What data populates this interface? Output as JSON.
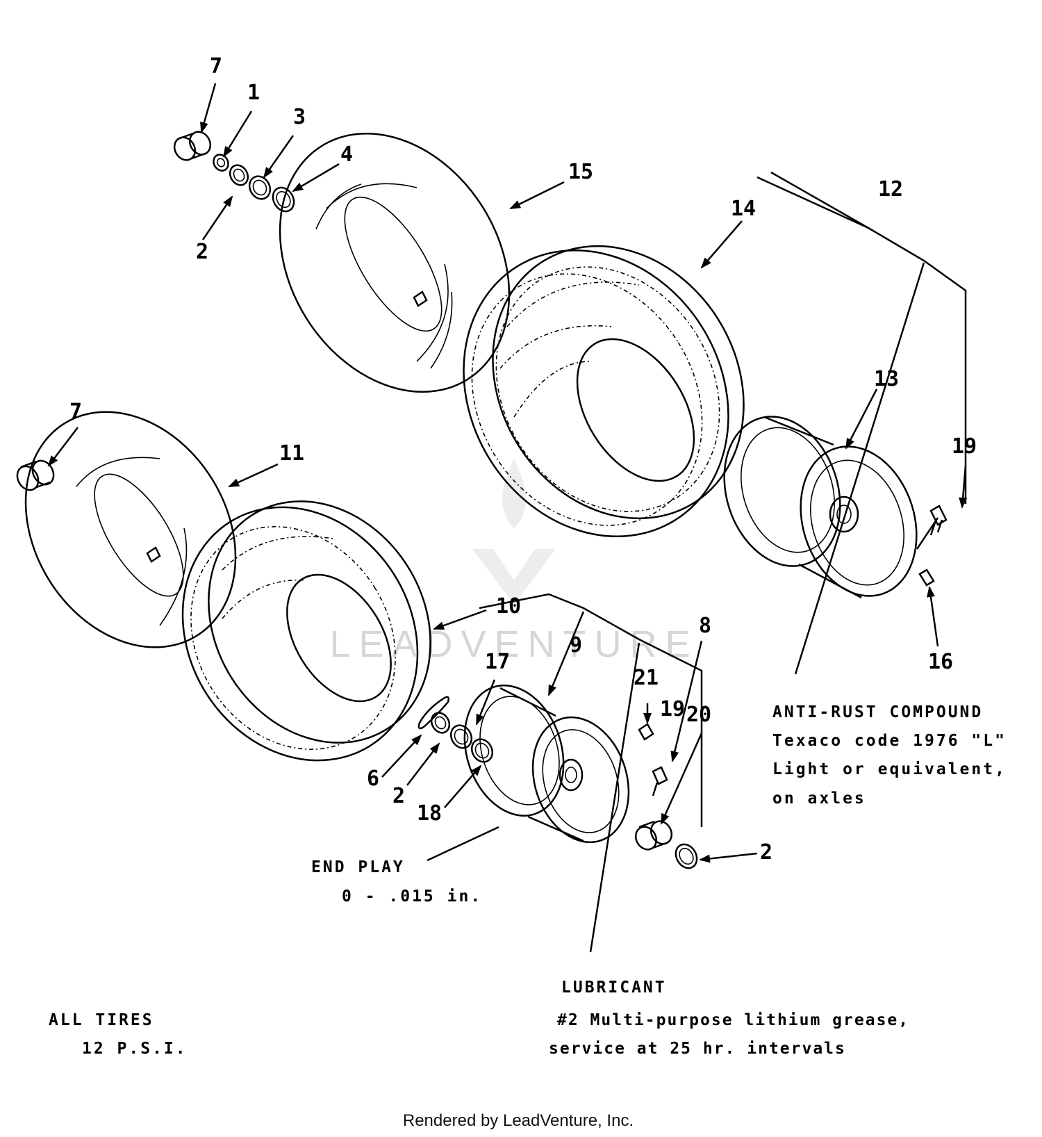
{
  "callouts": {
    "c1": "1",
    "c2a": "2",
    "c3": "3",
    "c4": "4",
    "c7a": "7",
    "c15": "15",
    "c14": "14",
    "c12": "12",
    "c13": "13",
    "c19a": "19",
    "c16": "16",
    "c7b": "7",
    "c11": "11",
    "c10": "10",
    "c9": "9",
    "c17": "17",
    "c8": "8",
    "c21": "21",
    "c19b": "19",
    "c20": "20",
    "c6": "6",
    "c2b": "2",
    "c18": "18",
    "c2c": "2"
  },
  "notes": {
    "anti_rust": {
      "title": "ANTI-RUST COMPOUND",
      "line1": "Texaco code 1976 \"L\"",
      "line2": "Light or equivalent,",
      "line3": "on axles"
    },
    "end_play": {
      "title": "END PLAY",
      "value": "0 - .015 in."
    },
    "lubricant": {
      "title": "LUBRICANT",
      "line1": "#2 Multi-purpose lithium grease,",
      "line2": "service at 25 hr. intervals"
    },
    "all_tires": {
      "title": "ALL TIRES",
      "value": "12 P.S.I."
    }
  },
  "watermark": "LEADVENTURE",
  "footer": "Rendered by LeadVenture, Inc."
}
